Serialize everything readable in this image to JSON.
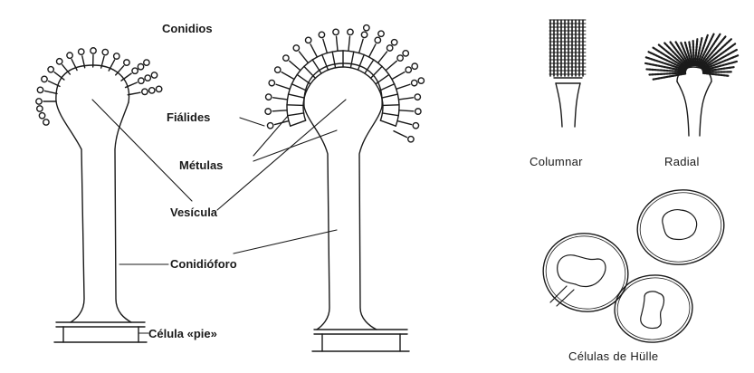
{
  "labels": {
    "conidios": "Conidios",
    "fialides": "Fiálides",
    "metulas": "Métulas",
    "vesicula": "Vesícula",
    "conidioforo": "Conidióforo",
    "celula_pie": "Célula «pie»",
    "columnar": "Columnar",
    "radial": "Radial",
    "celulas_hulle": "Células de Hülle"
  },
  "colors": {
    "ink": "#1a1a1a",
    "background": "#ffffff"
  }
}
